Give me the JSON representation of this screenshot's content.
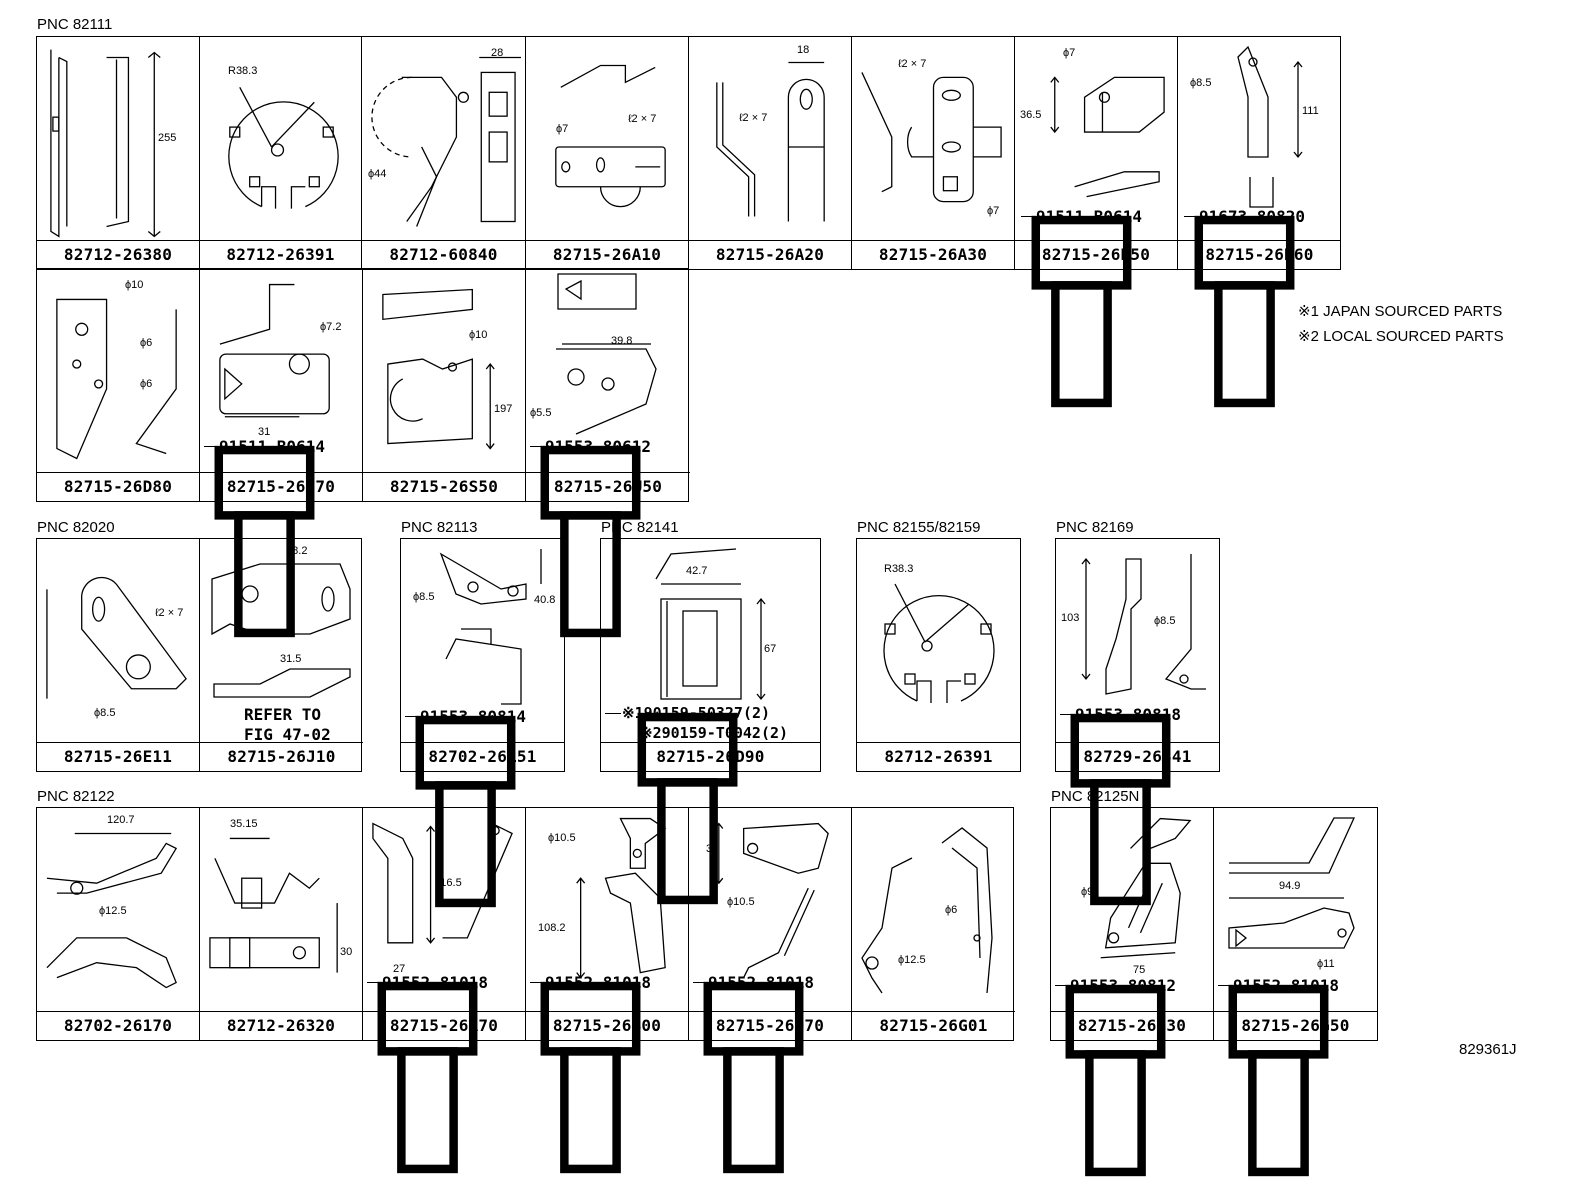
{
  "legend": {
    "japan": "※1 JAPAN SOURCED PARTS",
    "local": "※2 LOCAL SOURCED PARTS"
  },
  "figure_code": "829361J",
  "groups": {
    "g82111": {
      "pnc": "PNC 82111",
      "row1": [
        "82712-26380",
        "82712-26391",
        "82712-60840",
        "82715-26A10",
        "82715-26A20",
        "82715-26A30",
        "82715-26B50",
        "82715-26B60"
      ],
      "row2": [
        "82715-26D80",
        "82715-26J70",
        "82715-26S50",
        "82715-26U50"
      ],
      "bolts": {
        "b1": "91511-B0614",
        "b2": "91673-80820",
        "b3": "91511-B0614",
        "b4": "91553-80612"
      },
      "dims": {
        "d255": "255",
        "r383": "R38.3",
        "d28": "28",
        "phi44": "ϕ44",
        "phi7a": "ϕ7",
        "t12x7a": "ℓ2 × 7",
        "d18": "18",
        "t12x7b": "ℓ2 × 7",
        "t12x7c": "ℓ2 × 7",
        "phi7b": "ϕ7",
        "phi7c": "ϕ7",
        "d365": "36.5",
        "phi85": "ϕ8.5",
        "d111": "111",
        "phi10": "ϕ10",
        "phi6a": "ϕ6",
        "phi6b": "ϕ6",
        "phi72": "ϕ7.2",
        "d31": "31",
        "phi10b": "ϕ10",
        "d197": "197",
        "d398": "39.8",
        "phi55": "ϕ5.5"
      }
    },
    "g82020": {
      "pnc": "PNC 82020",
      "parts": [
        "82715-26E11",
        "82715-26J10"
      ],
      "refer": "REFER TO",
      "fig": "FIG 47-02",
      "dims": {
        "t12x7": "ℓ2 × 7",
        "phi85": "ϕ8.5",
        "phi82": "ϕ8.2",
        "d315": "31.5"
      }
    },
    "g82113": {
      "pnc": "PNC 82113",
      "part": "82702-26151",
      "bolt": "91553-80814",
      "dims": {
        "phi85": "ϕ8.5",
        "d408": "40.8"
      }
    },
    "g82141": {
      "pnc": "PNC 82141",
      "part": "82715-26D90",
      "bolt1": "※190159-50327(2)",
      "bolt2": "※290159-T0042(2)",
      "dims": {
        "d427": "42.7",
        "d67": "67"
      }
    },
    "g82155": {
      "pnc": "PNC 82155/82159",
      "part": "82712-26391",
      "dims": {
        "r383": "R38.3"
      }
    },
    "g82169": {
      "pnc": "PNC 82169",
      "part": "82729-26341",
      "bolt": "91553-80818",
      "dims": {
        "d103": "103",
        "phi85": "ϕ8.5"
      }
    },
    "g82122": {
      "pnc": "PNC 82122",
      "parts": [
        "82702-26170",
        "82712-26320",
        "82715-26A70",
        "82715-26B00",
        "82715-26D70",
        "82715-26G01"
      ],
      "bolts": {
        "b1": "91552-81018",
        "b2": "91552-81018",
        "b3": "91552-81018"
      },
      "dims": {
        "d1207": "120.7",
        "phi125": "ϕ12.5",
        "d3515": "35.15",
        "d30": "30",
        "d1165": "116.5",
        "d27": "27",
        "phi105a": "ϕ10.5",
        "d1082": "108.2",
        "d37": "37",
        "phi105b": "ϕ10.5",
        "phi6": "ϕ6",
        "phi125b": "ϕ12.5"
      }
    },
    "g82125": {
      "pnc": "PNC 82125N",
      "parts": [
        "82715-26G30",
        "82715-26G50"
      ],
      "bolts": {
        "b1": "91553-80812",
        "b2": "91552-81018"
      },
      "dims": {
        "phi9": "ϕ9",
        "d75": "75",
        "d949": "94.9",
        "phi11": "ϕ11"
      }
    }
  }
}
